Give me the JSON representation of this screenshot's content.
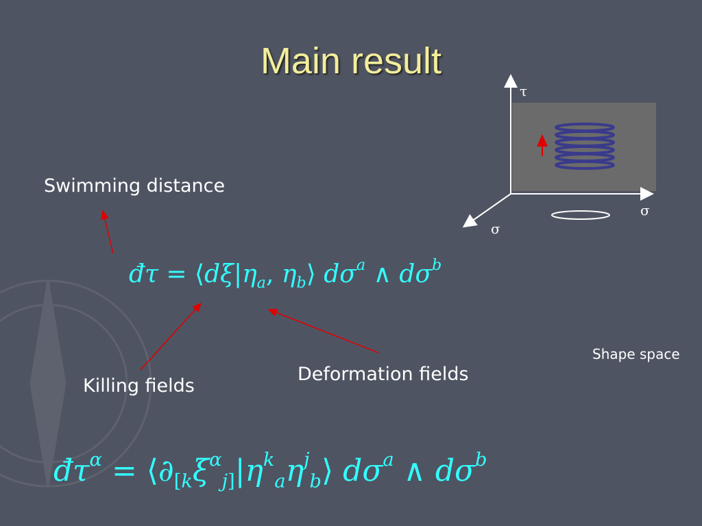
{
  "slide": {
    "title": "Main result",
    "labels": {
      "swimming_distance": "Swimming distance",
      "killing_fields": "Killing fields",
      "deformation_fields": "Deformation fields",
      "shape_space": "Shape space"
    },
    "axes": {
      "vertical": "τ",
      "horizontal": "σ",
      "diagonal": "σ"
    },
    "colors": {
      "background": "#4f5462",
      "title": "#f2ee9c",
      "equation": "#33ffff",
      "arrow": "#e00000",
      "spring": "#3a3a8c",
      "panel": "#6b6b6b"
    }
  }
}
